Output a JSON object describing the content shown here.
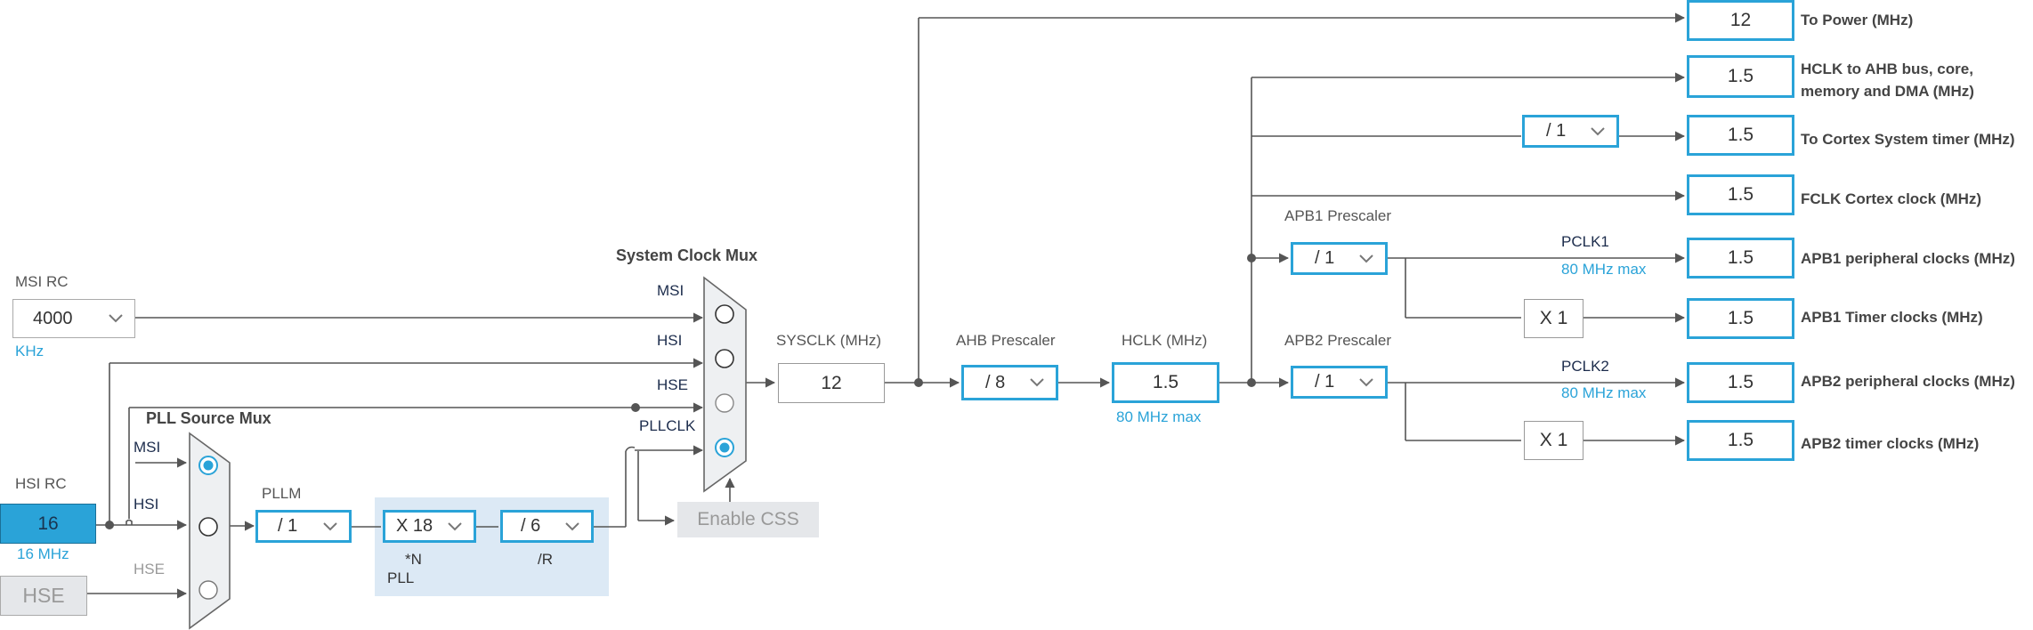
{
  "msi_rc": {
    "title": "MSI RC",
    "value": "4000",
    "unit": "KHz"
  },
  "hsi_rc": {
    "title": "HSI RC",
    "value": "16",
    "freq": "16 MHz"
  },
  "hse": {
    "label": "HSE"
  },
  "pll_source_mux": {
    "title": "PLL Source Mux",
    "inputs": [
      "MSI",
      "HSI",
      "HSE"
    ],
    "selected": "MSI"
  },
  "pll": {
    "label": "PLL",
    "m_title": "PLLM",
    "m_value": "/ 1",
    "n_value": "X 18",
    "n_label": "*N",
    "r_value": "/ 6",
    "r_label": "/R"
  },
  "system_clock_mux": {
    "title": "System Clock Mux",
    "inputs": [
      "MSI",
      "HSI",
      "HSE",
      "PLLCLK"
    ],
    "selected": "PLLCLK"
  },
  "enable_css": {
    "label": "Enable CSS"
  },
  "sysclk": {
    "title": "SYSCLK (MHz)",
    "value": "12"
  },
  "ahb_prescaler": {
    "title": "AHB Prescaler",
    "value": "/ 8"
  },
  "hclk": {
    "title": "HCLK (MHz)",
    "value": "1.5",
    "max": "80 MHz max"
  },
  "apb1": {
    "title": "APB1 Prescaler",
    "value": "/ 1",
    "pclk_label": "PCLK1",
    "max": "80 MHz max",
    "timer_mult": "X 1"
  },
  "apb2": {
    "title": "APB2 Prescaler",
    "value": "/ 1",
    "pclk_label": "PCLK2",
    "max": "80 MHz max",
    "timer_mult": "X 1"
  },
  "cortex_timer_divider": {
    "value": "/ 1"
  },
  "outputs": {
    "power": {
      "value": "12",
      "label": "To Power (MHz)"
    },
    "hclk_ahb": {
      "value": "1.5",
      "label_line1": "HCLK to AHB bus, core,",
      "label_line2": "memory and DMA (MHz)"
    },
    "cortex_timer": {
      "value": "1.5",
      "label": "To Cortex System timer (MHz)"
    },
    "fclk": {
      "value": "1.5",
      "label": "FCLK Cortex clock (MHz)"
    },
    "apb1_periph": {
      "value": "1.5",
      "label": "APB1 peripheral clocks (MHz)"
    },
    "apb1_timer": {
      "value": "1.5",
      "label": "APB1 Timer clocks (MHz)"
    },
    "apb2_periph": {
      "value": "1.5",
      "label": "APB2 peripheral clocks (MHz)"
    },
    "apb2_timer": {
      "value": "1.5",
      "label": "APB2 timer clocks (MHz)"
    }
  },
  "colors": {
    "accent": "#2aa3d8",
    "wire": "#555555",
    "pll_bg": "#dce9f5",
    "disabled": "#e5e7ea"
  }
}
